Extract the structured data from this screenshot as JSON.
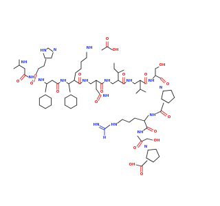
{
  "atom_symbols": {
    "oxygen": "O",
    "nitrogen": "N",
    "hydrogen": "H"
  },
  "group_labels": {
    "amine": "NH",
    "amine_sub": "2",
    "amino_n": "NH",
    "carboxyl": "OH",
    "hydroxyl": "OH",
    "imidazole_nh": "HN",
    "guanidine_nh": "HN",
    "guanidine_nh2": "H",
    "guanidine_nh2_sub": "2",
    "guanidine_n": "N",
    "chiral_h": "H"
  },
  "colors": {
    "carbon": "#222222",
    "oxygen": "#e52222",
    "nitrogen": "#2e3fd6",
    "background": "#ffffff"
  }
}
